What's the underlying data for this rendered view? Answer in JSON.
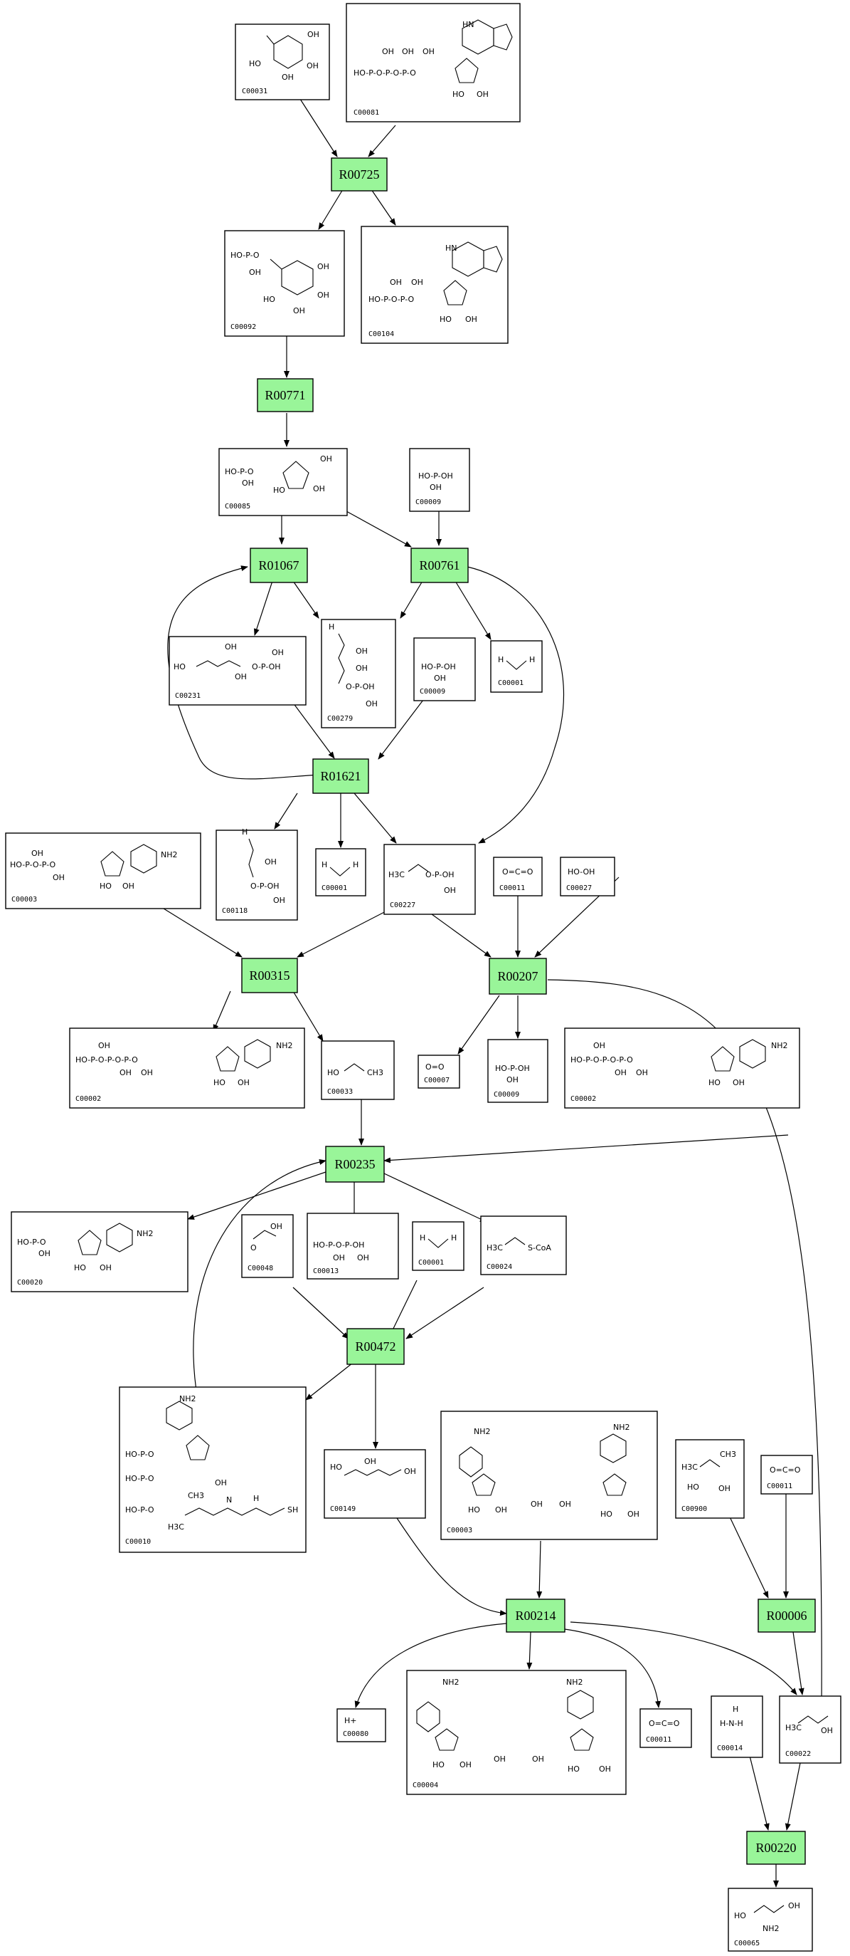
{
  "reactions": {
    "r00725": "R00725",
    "r00771": "R00771",
    "r01067": "R01067",
    "r00761": "R00761",
    "r01621": "R01621",
    "r00315": "R00315",
    "r00207": "R00207",
    "r00235": "R00235",
    "r00472": "R00472",
    "r00214": "R00214",
    "r00006": "R00006",
    "r00220": "R00220"
  },
  "compounds": {
    "c00031": {
      "id": "C00031",
      "labels": [
        "OH",
        "HO",
        "OH",
        "OH"
      ]
    },
    "c00081": {
      "id": "C00081",
      "labels": [
        "HN",
        "OH",
        "OH",
        "OH",
        "HO-P-O-P-O-P-O",
        "HO",
        "OH"
      ]
    },
    "c00092": {
      "id": "C00092",
      "labels": [
        "HO-P-O",
        "OH",
        "HO",
        "OH",
        "OH",
        "OH"
      ]
    },
    "c00104": {
      "id": "C00104",
      "labels": [
        "HN",
        "OH",
        "OH",
        "HO-P-O-P-O",
        "HO",
        "OH"
      ]
    },
    "c00085": {
      "id": "C00085",
      "labels": [
        "HO-P-O",
        "OH",
        "OH",
        "HO",
        "OH"
      ]
    },
    "c00009a": {
      "id": "C00009",
      "labels": [
        "HO-P-OH",
        "OH"
      ]
    },
    "c00231": {
      "id": "C00231",
      "labels": [
        "HO",
        "OH",
        "OH",
        "O-P-OH",
        "OH"
      ]
    },
    "c00279": {
      "id": "C00279",
      "labels": [
        "H",
        "OH",
        "OH",
        "O-P-OH",
        "OH"
      ]
    },
    "c00009b": {
      "id": "C00009",
      "labels": [
        "HO-P-OH",
        "OH"
      ]
    },
    "c00001a": {
      "id": "C00001",
      "labels": [
        "H",
        "H"
      ]
    },
    "c00003a": {
      "id": "C00003",
      "labels": [
        "HO-P-O-P-O",
        "OH",
        "OH",
        "NH2",
        "HO",
        "OH"
      ]
    },
    "c00118": {
      "id": "C00118",
      "labels": [
        "H",
        "OH",
        "O-P-OH",
        "OH"
      ]
    },
    "c00001b": {
      "id": "C00001",
      "labels": [
        "H",
        "H"
      ]
    },
    "c00227": {
      "id": "C00227",
      "labels": [
        "H3C",
        "O-P-OH",
        "OH"
      ]
    },
    "c00011a": {
      "id": "C00011",
      "labels": [
        "O=C=O"
      ]
    },
    "c00027": {
      "id": "C00027",
      "labels": [
        "HO-OH"
      ]
    },
    "c00002a": {
      "id": "C00002",
      "labels": [
        "HO-P-O-P-O-P-O",
        "OH",
        "OH",
        "OH",
        "NH2",
        "HO",
        "OH"
      ]
    },
    "c00033": {
      "id": "C00033",
      "labels": [
        "HO",
        "CH3"
      ]
    },
    "c00007": {
      "id": "C00007",
      "labels": [
        "O=O"
      ]
    },
    "c00009c": {
      "id": "C00009",
      "labels": [
        "HO-P-OH",
        "OH"
      ]
    },
    "c00002b": {
      "id": "C00002",
      "labels": [
        "HO-P-O-P-O-P-O",
        "OH",
        "OH",
        "OH",
        "NH2",
        "HO",
        "OH"
      ]
    },
    "c00020": {
      "id": "C00020",
      "labels": [
        "HO-P-O",
        "OH",
        "NH2",
        "HO",
        "OH"
      ]
    },
    "c00048": {
      "id": "C00048",
      "labels": [
        "OH",
        "O"
      ]
    },
    "c00013": {
      "id": "C00013",
      "labels": [
        "HO-P-O-P-OH",
        "OH",
        "OH"
      ]
    },
    "c00001c": {
      "id": "C00001",
      "labels": [
        "H",
        "H"
      ]
    },
    "c00024": {
      "id": "C00024",
      "labels": [
        "H3C",
        "S-CoA"
      ]
    },
    "c00010": {
      "id": "C00010",
      "labels": [
        "NH2",
        "HO-P-O",
        "HO-P-O",
        "HO-P-O",
        "OH",
        "H3C",
        "CH3",
        "N",
        "H",
        "SH"
      ]
    },
    "c00149": {
      "id": "C00149",
      "labels": [
        "HO",
        "OH",
        "OH"
      ]
    },
    "c00003b": {
      "id": "C00003",
      "labels": [
        "NH2",
        "NH2",
        "HO",
        "OH",
        "OH",
        "OH",
        "HO",
        "OH"
      ]
    },
    "c00900": {
      "id": "C00900",
      "labels": [
        "H3C",
        "CH3",
        "HO",
        "OH"
      ]
    },
    "c00011b": {
      "id": "C00011",
      "labels": [
        "O=C=O"
      ]
    },
    "c00080": {
      "id": "C00080",
      "labels": [
        "H+"
      ]
    },
    "c00004": {
      "id": "C00004",
      "labels": [
        "NH2",
        "NH2",
        "HO",
        "OH",
        "OH",
        "OH",
        "HO",
        "OH"
      ]
    },
    "c00011c": {
      "id": "C00011",
      "labels": [
        "O=C=O"
      ]
    },
    "c00014": {
      "id": "C00014",
      "labels": [
        "H",
        "H-N-H"
      ]
    },
    "c00022": {
      "id": "C00022",
      "labels": [
        "H3C",
        "OH"
      ]
    },
    "c00065": {
      "id": "C00065",
      "labels": [
        "HO",
        "OH",
        "NH2"
      ]
    }
  }
}
